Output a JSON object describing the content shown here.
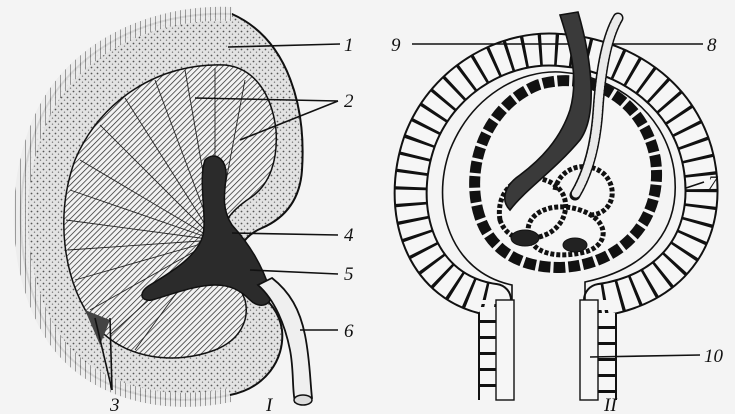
{
  "figure": {
    "panel_left_label": "I",
    "panel_right_label": "II",
    "callouts": {
      "c1": "1",
      "c2": "2",
      "c3": "3",
      "c4": "4",
      "c5": "5",
      "c6": "6",
      "c7": "7",
      "c8": "8",
      "c9": "9",
      "c10": "10"
    }
  },
  "colors": {
    "ink": "#111111",
    "paper": "#f4f4f4",
    "cortex": "#d8d8d8",
    "medulla": "#e9e9e9",
    "pelvis": "#2b2b2b"
  }
}
